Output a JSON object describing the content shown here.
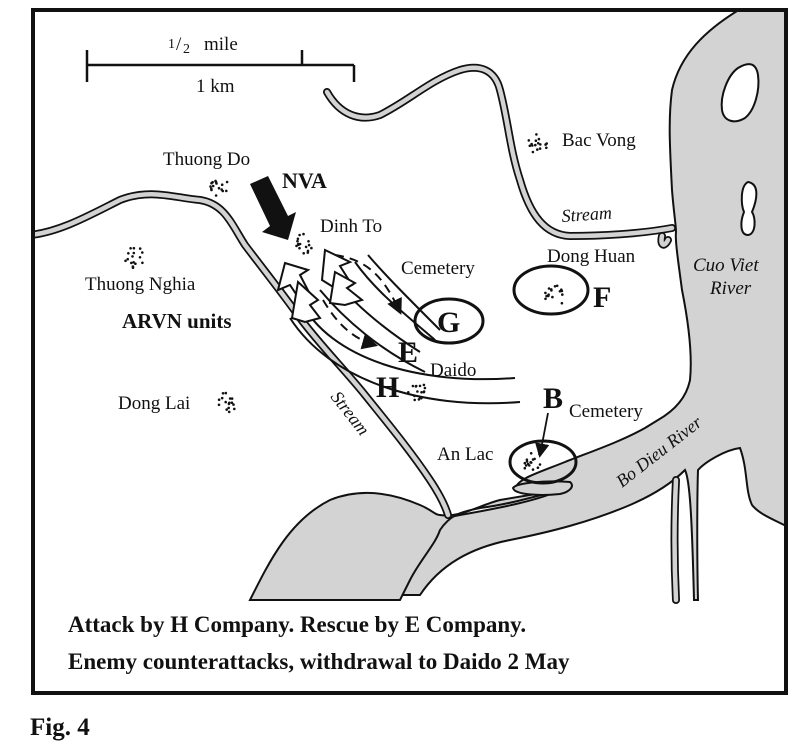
{
  "figure": {
    "label": "Fig. 4",
    "caption_line1": "Attack by H Company. Rescue by E Company.",
    "caption_line2": "Enemy counterattacks, withdrawal to Daido 2 May"
  },
  "scale_bar": {
    "top_label_num": "1",
    "top_label_den": "2",
    "top_label_unit": "mile",
    "bottom_label": "1 km"
  },
  "places": {
    "thuong_do": "Thuong Do",
    "dinh_to": "Dinh To",
    "thuong_nghia": "Thuong Nghia",
    "dong_lai": "Dong Lai",
    "bac_vong": "Bac Vong",
    "dong_huan": "Dong Huan",
    "cemetery_north": "Cemetery",
    "cemetery_south": "Cemetery",
    "daido": "Daido",
    "an_lac": "An Lac"
  },
  "water": {
    "stream_north": "Stream",
    "stream_west": "Stream",
    "cuo_viet_line1": "Cuo Viet",
    "cuo_viet_line2": "River",
    "bo_dieu": "Bo Dieu River"
  },
  "forces": {
    "nva": "NVA",
    "arvn": "ARVN units"
  },
  "units": {
    "g": "G",
    "f": "F",
    "e": "E",
    "h": "H",
    "b": "B"
  },
  "colors": {
    "water": "#d3d3d3",
    "ink": "#111111",
    "paper": "#ffffff"
  }
}
